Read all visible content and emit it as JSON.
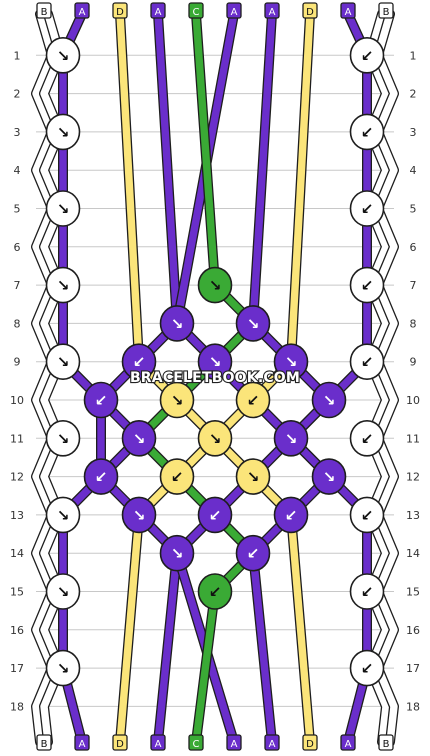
{
  "watermark": "BRACELETBOOK.COM",
  "colors": {
    "A": "#6a2ecb",
    "B": "#ffffff",
    "C": "#3aaa35",
    "D": "#fbe57a"
  },
  "column_letters_top": [
    "B",
    "A",
    "D",
    "A",
    "C",
    "A",
    "A",
    "D",
    "A",
    "B"
  ],
  "column_letters_bottom": [
    "B",
    "A",
    "D",
    "A",
    "C",
    "A",
    "A",
    "D",
    "A",
    "B"
  ],
  "row_numbers": [
    "1",
    "2",
    "3",
    "4",
    "5",
    "6",
    "7",
    "8",
    "9",
    "10",
    "11",
    "12",
    "13",
    "14",
    "15",
    "16",
    "17",
    "18"
  ],
  "knots": [
    {
      "row": 1,
      "pos": 0,
      "color": "B",
      "arrow": "↘"
    },
    {
      "row": 1,
      "pos": 8,
      "color": "B",
      "arrow": "↙"
    },
    {
      "row": 3,
      "pos": 0,
      "color": "B",
      "arrow": "↘"
    },
    {
      "row": 3,
      "pos": 8,
      "color": "B",
      "arrow": "↙"
    },
    {
      "row": 5,
      "pos": 0,
      "color": "B",
      "arrow": "↘"
    },
    {
      "row": 5,
      "pos": 8,
      "color": "B",
      "arrow": "↙"
    },
    {
      "row": 7,
      "pos": 0,
      "color": "B",
      "arrow": "↘"
    },
    {
      "row": 7,
      "pos": 4,
      "color": "C",
      "arrow": "↘"
    },
    {
      "row": 7,
      "pos": 8,
      "color": "B",
      "arrow": "↙"
    },
    {
      "row": 8,
      "pos": 3,
      "color": "A",
      "arrow": "↘"
    },
    {
      "row": 8,
      "pos": 5,
      "color": "A",
      "arrow": "↘"
    },
    {
      "row": 9,
      "pos": 0,
      "color": "B",
      "arrow": "↘"
    },
    {
      "row": 9,
      "pos": 2,
      "color": "A",
      "arrow": "↙"
    },
    {
      "row": 9,
      "pos": 4,
      "color": "A",
      "arrow": "↘"
    },
    {
      "row": 9,
      "pos": 6,
      "color": "A",
      "arrow": "↘"
    },
    {
      "row": 9,
      "pos": 8,
      "color": "B",
      "arrow": "↙"
    },
    {
      "row": 10,
      "pos": 1,
      "color": "A",
      "arrow": "↙"
    },
    {
      "row": 10,
      "pos": 3,
      "color": "D",
      "arrow": "↘"
    },
    {
      "row": 10,
      "pos": 5,
      "color": "D",
      "arrow": "↙"
    },
    {
      "row": 10,
      "pos": 7,
      "color": "A",
      "arrow": "↘"
    },
    {
      "row": 11,
      "pos": 0,
      "color": "B",
      "arrow": "↘"
    },
    {
      "row": 11,
      "pos": 2,
      "color": "A",
      "arrow": "↘"
    },
    {
      "row": 11,
      "pos": 4,
      "color": "D",
      "arrow": "↘"
    },
    {
      "row": 11,
      "pos": 6,
      "color": "A",
      "arrow": "↘"
    },
    {
      "row": 11,
      "pos": 8,
      "color": "B",
      "arrow": "↙"
    },
    {
      "row": 12,
      "pos": 1,
      "color": "A",
      "arrow": "↙"
    },
    {
      "row": 12,
      "pos": 3,
      "color": "D",
      "arrow": "↙"
    },
    {
      "row": 12,
      "pos": 5,
      "color": "D",
      "arrow": "↘"
    },
    {
      "row": 12,
      "pos": 7,
      "color": "A",
      "arrow": "↘"
    },
    {
      "row": 13,
      "pos": 0,
      "color": "B",
      "arrow": "↘"
    },
    {
      "row": 13,
      "pos": 2,
      "color": "A",
      "arrow": "↘"
    },
    {
      "row": 13,
      "pos": 4,
      "color": "A",
      "arrow": "↙"
    },
    {
      "row": 13,
      "pos": 6,
      "color": "A",
      "arrow": "↙"
    },
    {
      "row": 13,
      "pos": 8,
      "color": "B",
      "arrow": "↙"
    },
    {
      "row": 14,
      "pos": 3,
      "color": "A",
      "arrow": "↘"
    },
    {
      "row": 14,
      "pos": 5,
      "color": "A",
      "arrow": "↙"
    },
    {
      "row": 15,
      "pos": 0,
      "color": "B",
      "arrow": "↘"
    },
    {
      "row": 15,
      "pos": 4,
      "color": "C",
      "arrow": "↙"
    },
    {
      "row": 15,
      "pos": 8,
      "color": "B",
      "arrow": "↙"
    },
    {
      "row": 17,
      "pos": 0,
      "color": "B",
      "arrow": "↘"
    },
    {
      "row": 17,
      "pos": 8,
      "color": "B",
      "arrow": "↙"
    }
  ]
}
